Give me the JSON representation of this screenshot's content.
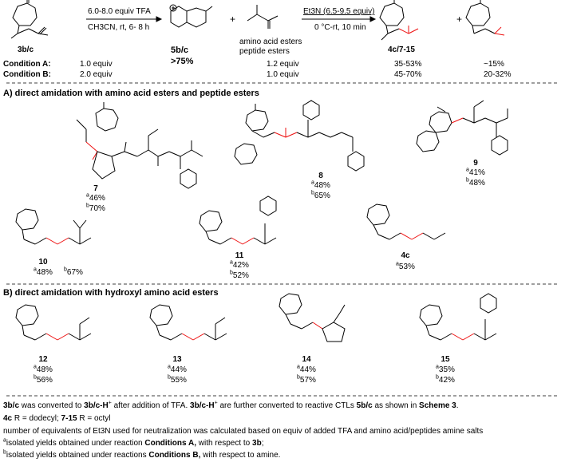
{
  "top": {
    "reagent1": "6.0-8.0 equiv TFA",
    "solvent1": "CH3CN, rt, 6- 8 h",
    "sm_label": "3b/c",
    "int_label": "5b/c",
    "int_yield": ">75%",
    "plus": "+",
    "aa_text1": "amino acid esters",
    "aa_text2": "peptide esters",
    "reagent2": "Et3N (6.5-9.5 equiv)",
    "cond2": "0 °C-rt, 10 min",
    "prod_label": "4c/7-15",
    "plus2": "+",
    "condA_label": "Condition A:",
    "condA_sm": "1.0 equiv",
    "condA_aa": "1.2 equiv",
    "condA_prod": "35-53%",
    "condA_side": "~15%",
    "condB_label": "Condition B:",
    "condB_sm": "2.0 equiv",
    "condB_aa": "1.0 equiv",
    "condB_prod": "45-70%",
    "condB_side": "20-32%"
  },
  "sectionA": {
    "title": "A) direct amidation with amino acid esters and peptide esters",
    "compounds": [
      {
        "label": "7",
        "a": "46%",
        "b": "70%"
      },
      {
        "label": "8",
        "a": "48%",
        "b": "65%"
      },
      {
        "label": "9",
        "a": "41%",
        "b": "48%"
      },
      {
        "label": "10",
        "a": "48%",
        "b": "67%"
      },
      {
        "label": "11",
        "a": "42%",
        "b": "52%"
      },
      {
        "label": "4c",
        "a": "53%"
      }
    ]
  },
  "sectionB": {
    "title": "B) direct amidation with hydroxyl amino acid esters",
    "compounds": [
      {
        "label": "12",
        "a": "48%",
        "b": "56%"
      },
      {
        "label": "13",
        "a": "44%",
        "b": "55%"
      },
      {
        "label": "14",
        "a": "44%",
        "b": "57%"
      },
      {
        "label": "15",
        "a": "35%",
        "b": "42%"
      }
    ]
  },
  "footnotes": {
    "line1_a": "3b/c",
    "line1_b": " was converted to ",
    "line1_c": "3b/c-H",
    "line1_d": " after addition of TFA. ",
    "line1_e": "3b/c-H",
    "line1_f": " are further converted to reactive CTLs ",
    "line1_g": "5b/c",
    "line1_h": " as shown in ",
    "line1_i": "Scheme 3",
    "line1_j": ".",
    "line2_a": "4c",
    "line2_b": " R = dodecyl; ",
    "line2_c": "7-15",
    "line2_d": " R = octyl",
    "line3": "number of equivalents of Et3N used for neutralization was calculated based on equiv of added TFA and amino acid/peptides amine salts",
    "line4_a": "isolated yields obtained under reaction ",
    "line4_b": "Conditions A,",
    "line4_c": " with respect to ",
    "line4_d": "3b",
    "line4_e": ";",
    "line5_a": "isolated yields obtained under reactions ",
    "line5_b": "Conditions B,",
    "line5_c": " with respect to amine."
  }
}
